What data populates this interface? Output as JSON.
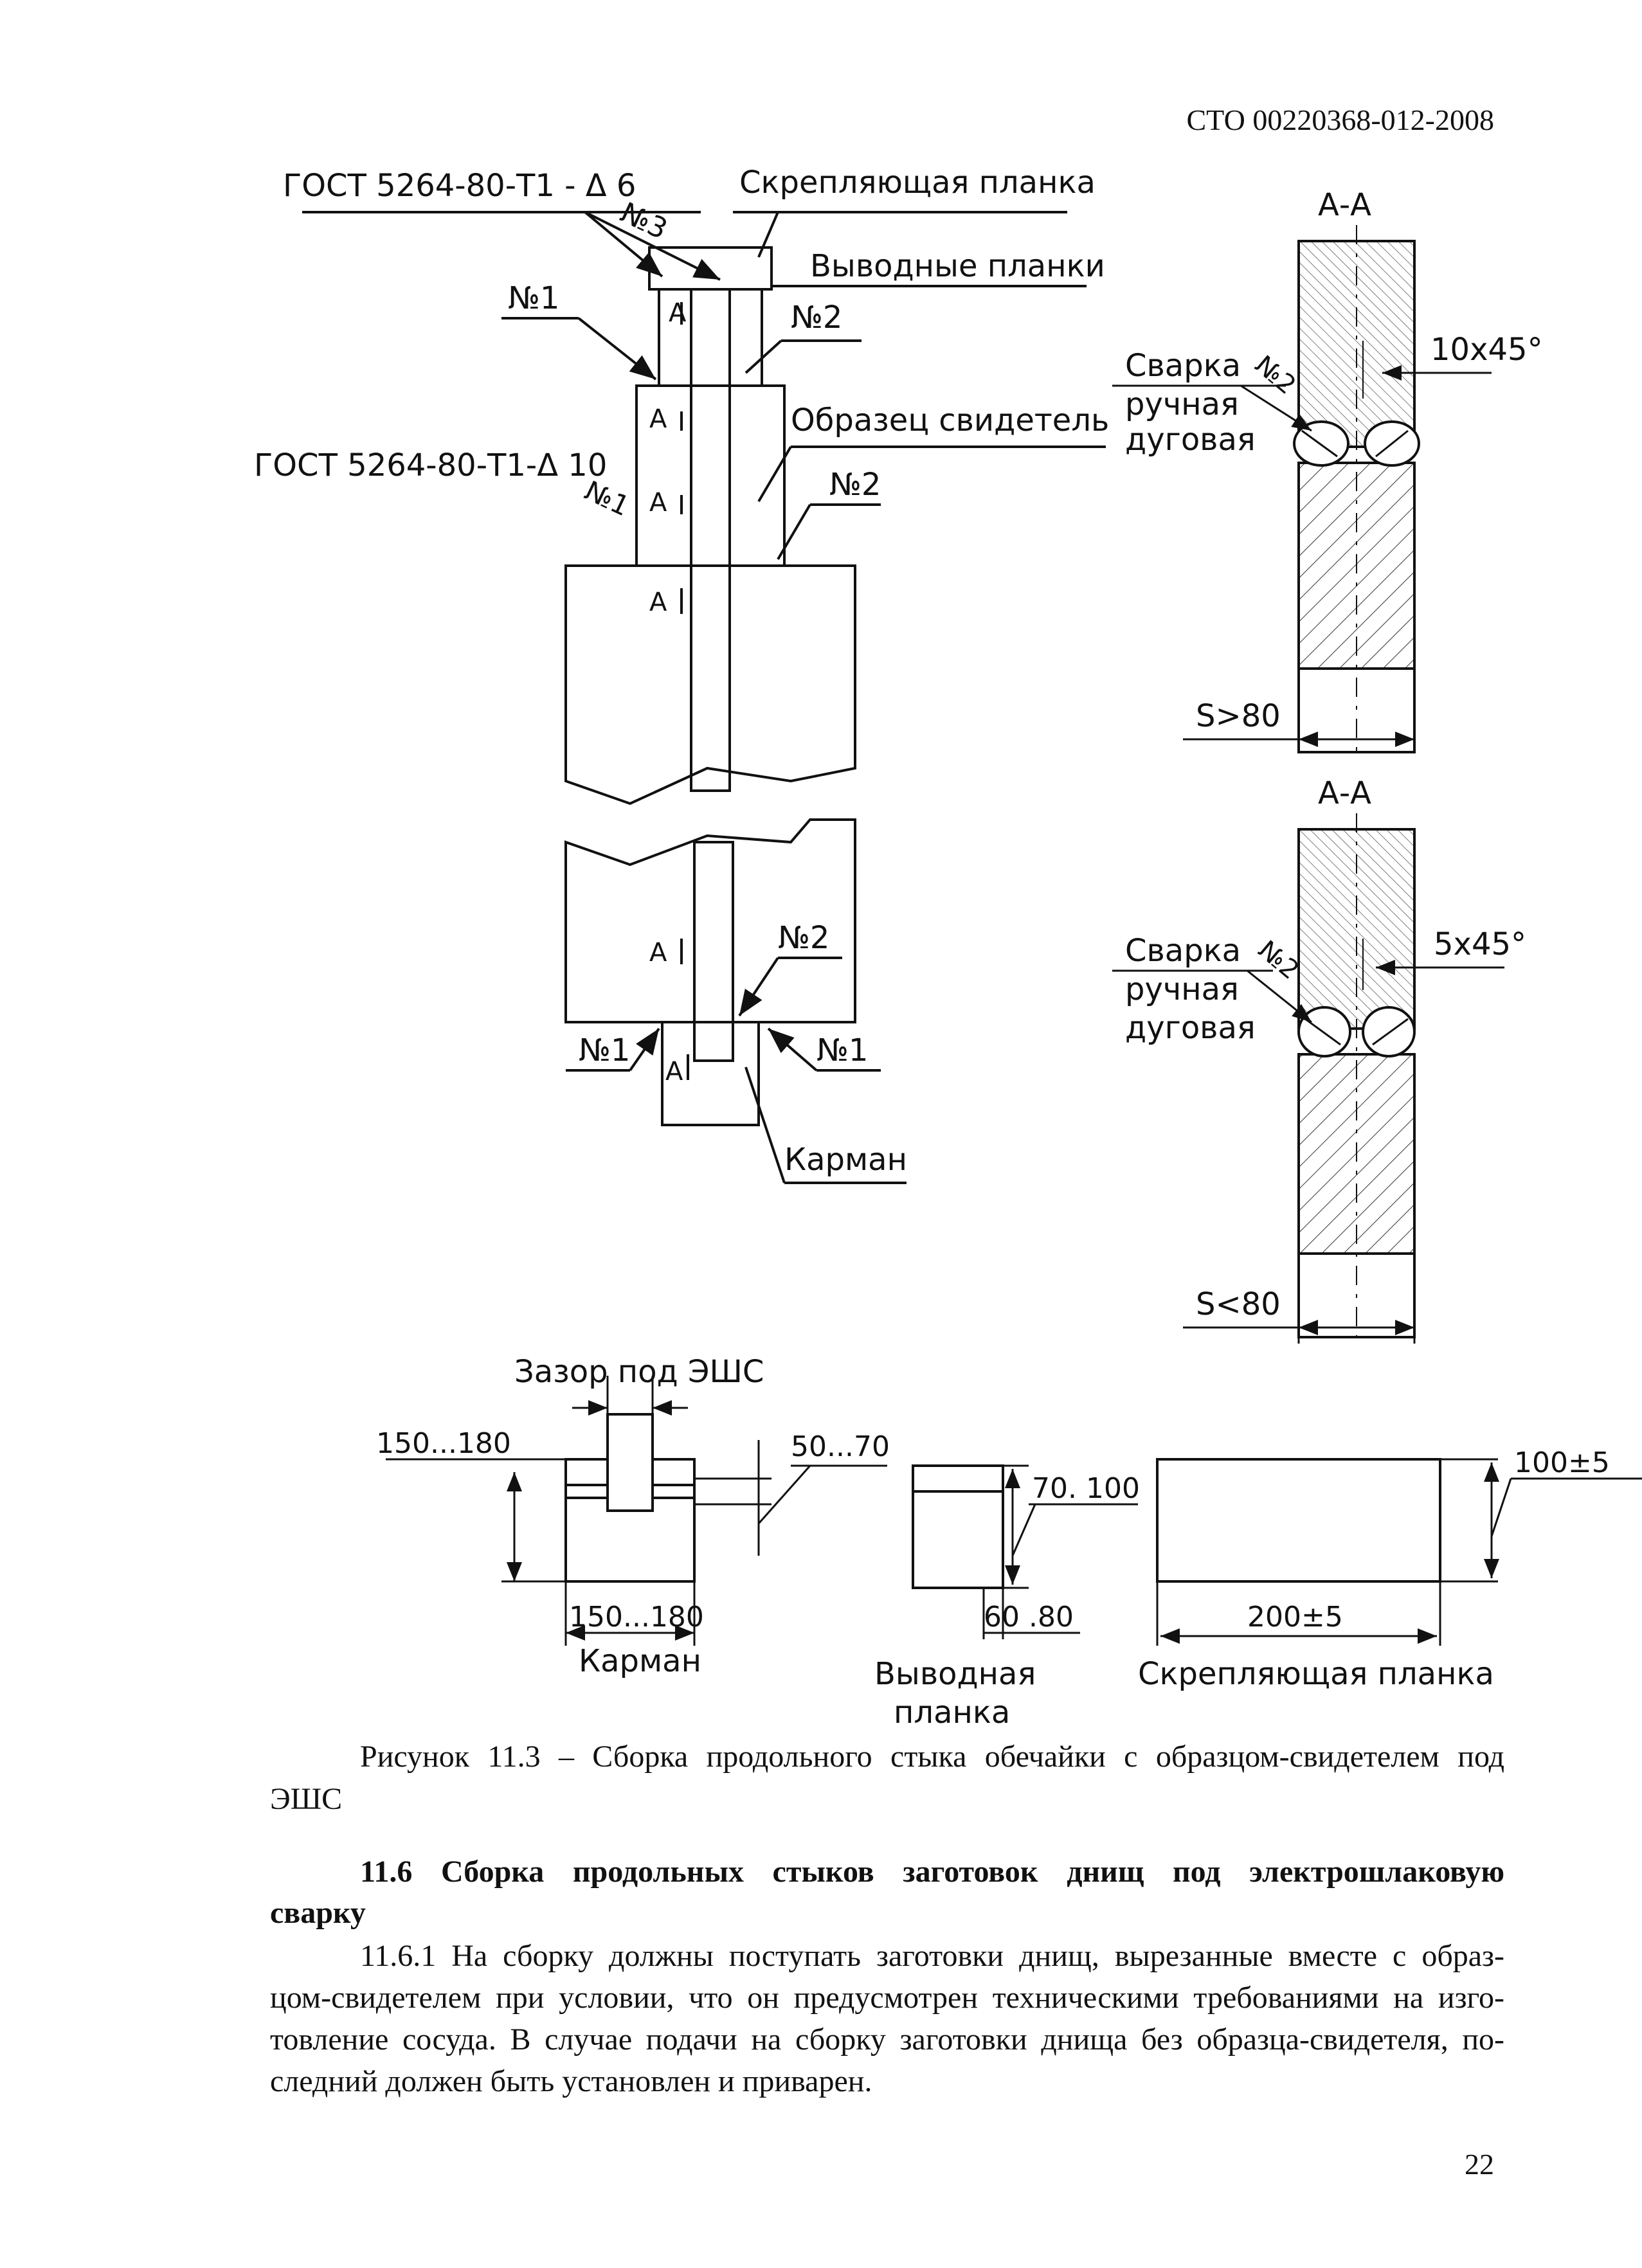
{
  "header": {
    "doc_code": "СТО 00220368-012-2008"
  },
  "drawing": {
    "labels": {
      "gost_top": "ГОСТ 5264-80-Т1 - Δ 6",
      "gost_mid": "ГОСТ 5264-80-Т1-Δ 10",
      "n3": "№3",
      "n1": "№1",
      "n2": "№2",
      "clamp_bar": "Скрепляющая планка",
      "run_off": "Выводные планки",
      "witness": "Образец свидетель",
      "pocket": "Карман",
      "section": "А-А",
      "a": "А",
      "manual_weld_1": "Сварка",
      "manual_weld_2": "ручная",
      "manual_weld_3": "дуговая",
      "chamfer_10": "10x45°",
      "chamfer_5": "5x45°",
      "s_gt": "S>80",
      "s_lt": "S<80",
      "gap": "Зазор под ЭШС",
      "dim_150_180": "150...180",
      "dim_50_70": "50...70",
      "dim_70_100": "70. 100",
      "dim_60_80": "60 .80",
      "dim_100": "100±5",
      "dim_200": "200±5",
      "runoff_single_1": "Выводная",
      "runoff_single_2": "планка"
    }
  },
  "caption": {
    "line1": "Рисунок 11.3 – Сборка продольного стыка обечайки с образцом-свидетелем под",
    "line2": "ЭШС"
  },
  "section": {
    "title_line1": "11.6 Сборка продольных стыков заготовок днищ под электрошлаковую",
    "title_line2": "сварку"
  },
  "paragraph": {
    "line1": "11.6.1 На сборку должны поступать заготовки днищ, вырезанные вместе с образ-",
    "line2": "цом-свидетелем при условии, что он предусмотрен техническими требованиями на изго-",
    "line3": "товление сосуда. В случае подачи на сборку заготовки днища без образца-свидетеля, по-",
    "line4": "следний должен быть установлен и приварен."
  },
  "footer": {
    "page_number": "22"
  }
}
